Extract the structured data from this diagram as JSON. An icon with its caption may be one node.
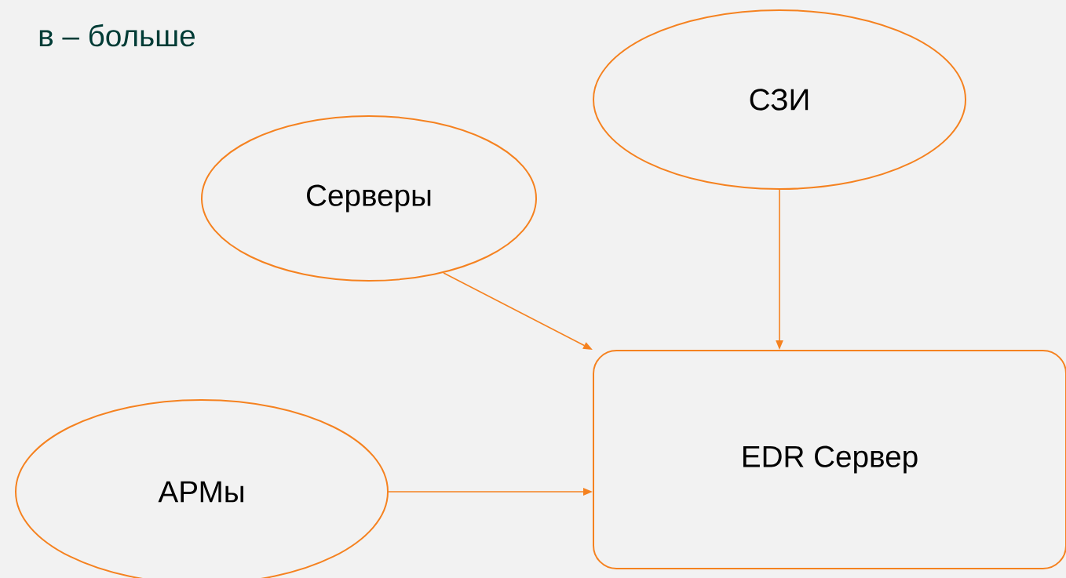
{
  "diagram": {
    "nodes": [
      {
        "text": [
          "СЗИ"
        ]
      },
      {
        "text": [
          "Серверы"
        ]
      },
      {
        "text": [
          "АРМы"
        ]
      },
      {
        "text": [
          "EDR Сервер"
        ]
      }
    ],
    "edges": [
      {
        "from": 1,
        "to": 3,
        "arrow": "to"
      },
      {
        "from": 0,
        "to": 3,
        "arrow": "to"
      },
      {
        "from": 2,
        "to": 3,
        "arrow": "to"
      }
    ],
    "labels": [
      "в – больше"
    ]
  }
}
